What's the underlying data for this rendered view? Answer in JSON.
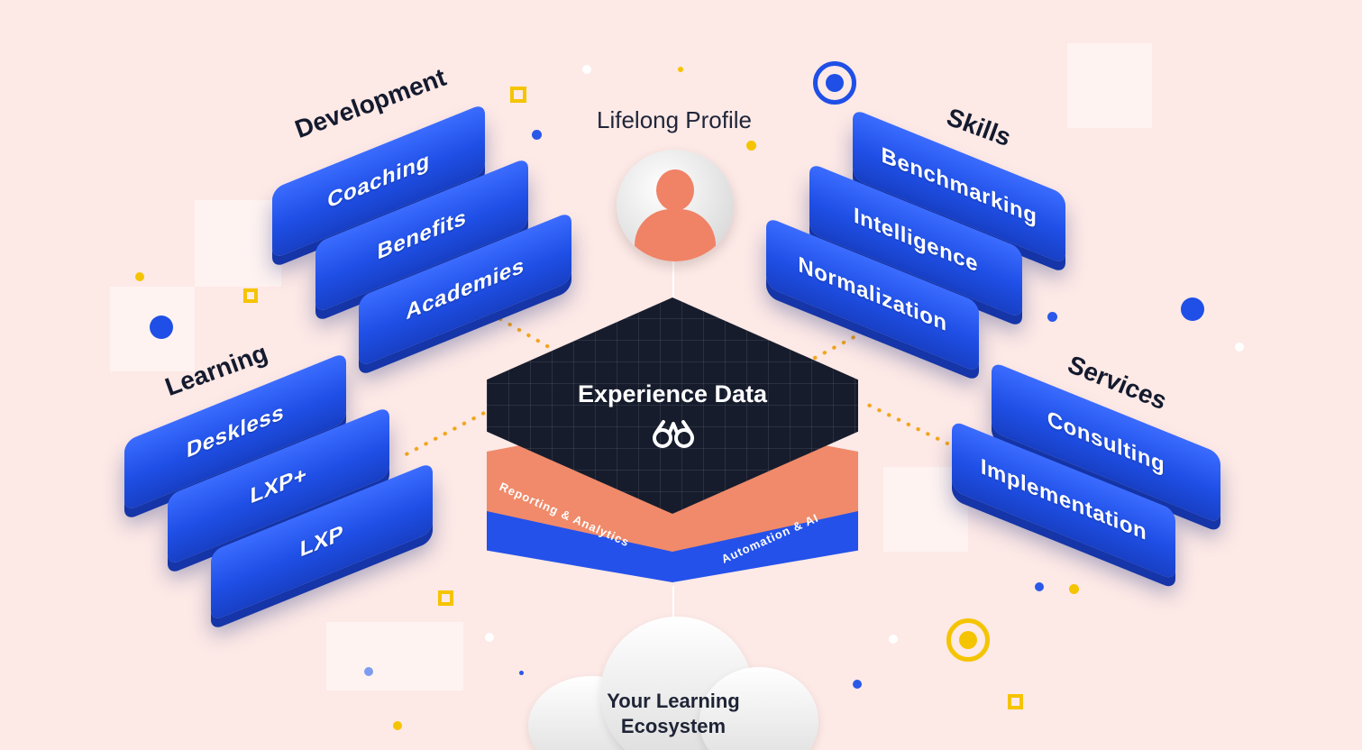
{
  "center": {
    "profile_label": "Lifelong Profile",
    "title": "Experience Data",
    "layer_reporting": "Reporting & Analytics",
    "layer_automation": "Automation & AI",
    "cloud_line1": "Your Learning",
    "cloud_line2": "Ecosystem"
  },
  "groups": {
    "development": {
      "label": "Development",
      "items": [
        "Coaching",
        "Benefits",
        "Academies"
      ]
    },
    "learning": {
      "label": "Learning",
      "items": [
        "Deskless",
        "LXP+",
        "LXP"
      ]
    },
    "skills": {
      "label": "Skills",
      "items": [
        "Benchmarking",
        "Intelligence",
        "Normalization"
      ]
    },
    "services": {
      "label": "Services",
      "items": [
        "Consulting",
        "Implementation"
      ]
    }
  },
  "colors": {
    "background": "#fde9e6",
    "slab_blue": "#1f4fe6",
    "cube_dark": "#161c2c",
    "accent_orange": "#f08a6a",
    "accent_yellow": "#f5c400"
  }
}
